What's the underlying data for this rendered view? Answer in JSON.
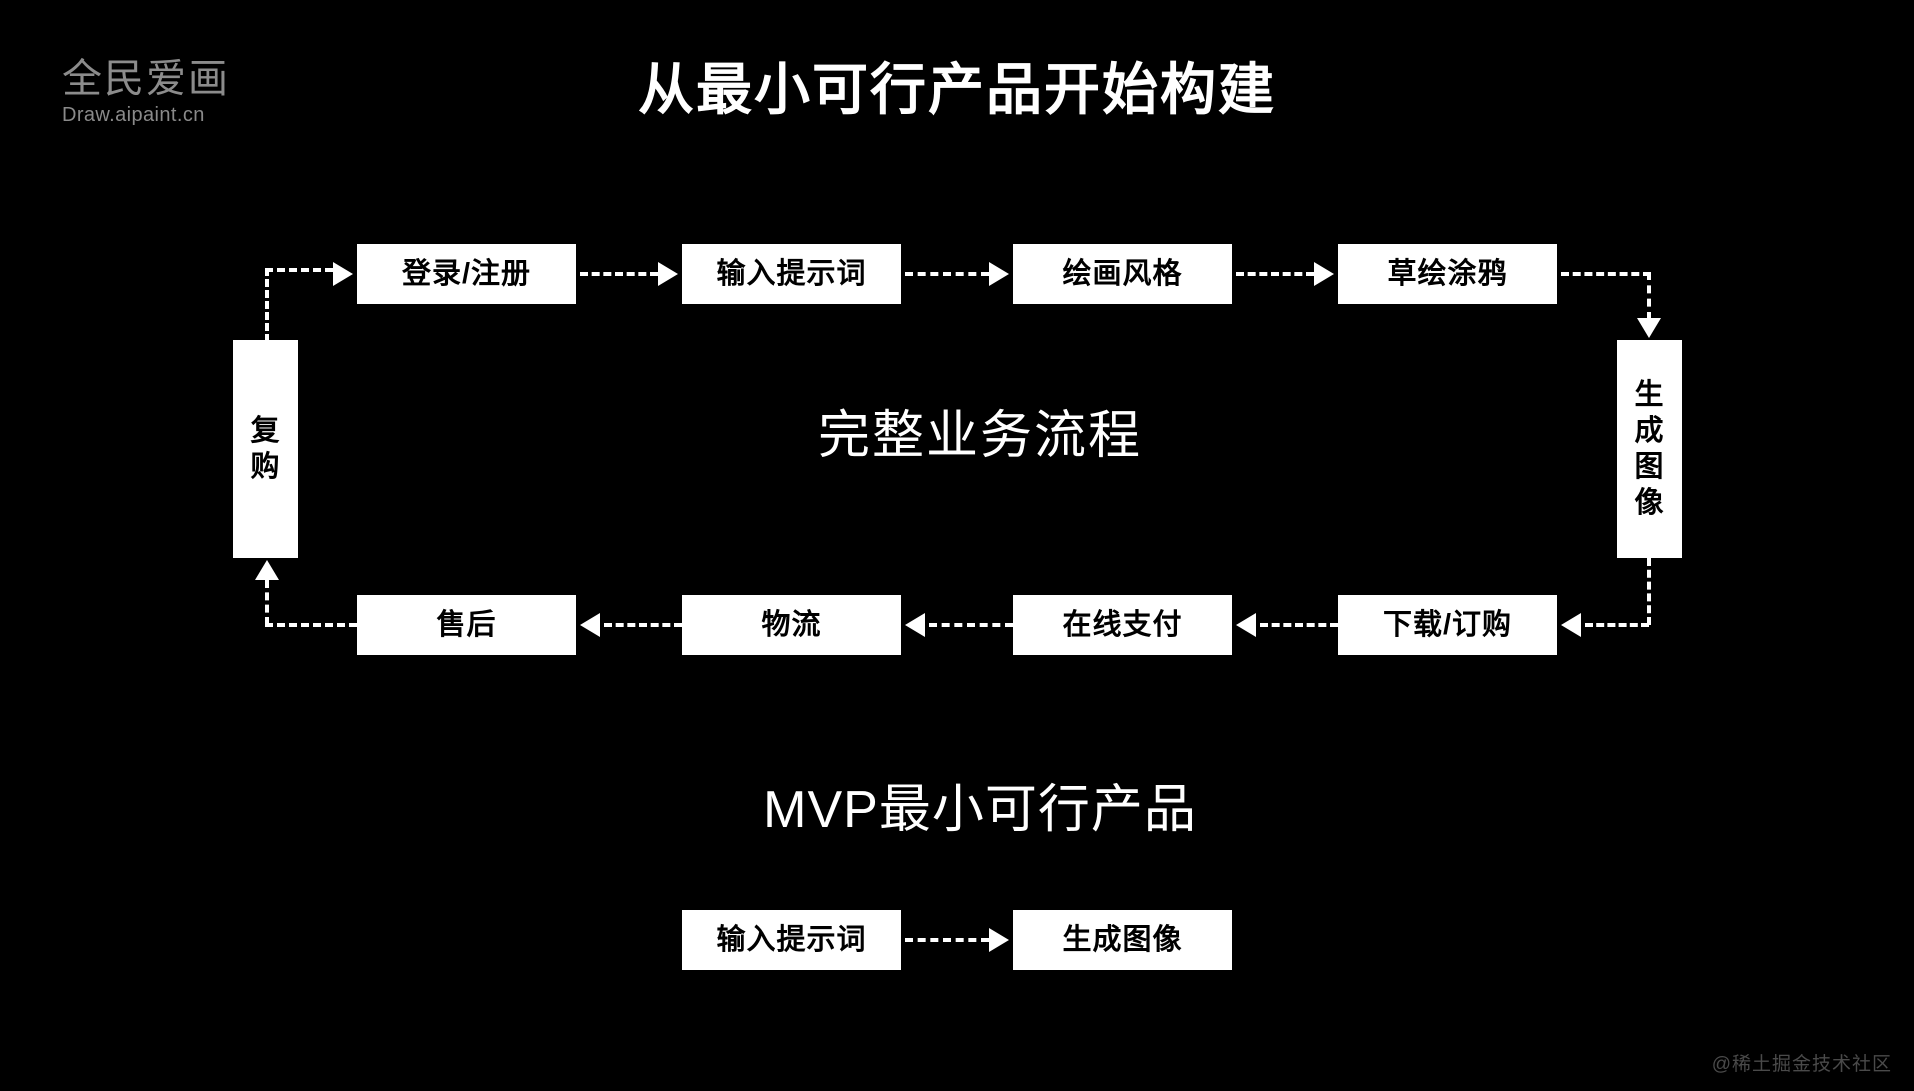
{
  "brand": {
    "name": "全民爱画",
    "url": "Draw.aipaint.cn"
  },
  "title": "从最小可行产品开始构建",
  "sections": {
    "flow_label": "完整业务流程",
    "mvp_label": "MVP最小可行产品"
  },
  "flow": {
    "top_row": [
      {
        "label": "登录/注册"
      },
      {
        "label": "输入提示词"
      },
      {
        "label": "绘画风格"
      },
      {
        "label": "草绘涂鸦"
      }
    ],
    "right_node": {
      "label": "生成图像",
      "chars": [
        "生",
        "成",
        "图",
        "像"
      ]
    },
    "bottom_row": [
      {
        "label": "售后"
      },
      {
        "label": "物流"
      },
      {
        "label": "在线支付"
      },
      {
        "label": "下载/订购"
      }
    ],
    "left_node": {
      "label": "复购",
      "chars": [
        "复",
        "购"
      ]
    }
  },
  "mvp_flow": [
    {
      "label": "输入提示词"
    },
    {
      "label": "生成图像"
    }
  ],
  "watermark": "@稀土掘金技术社区",
  "colors": {
    "background": "#000000",
    "node_fill": "#ffffff",
    "node_text": "#000000",
    "line": "#ffffff",
    "brand_text": "#8c8c8c",
    "watermark_text": "#4a4a4a"
  }
}
